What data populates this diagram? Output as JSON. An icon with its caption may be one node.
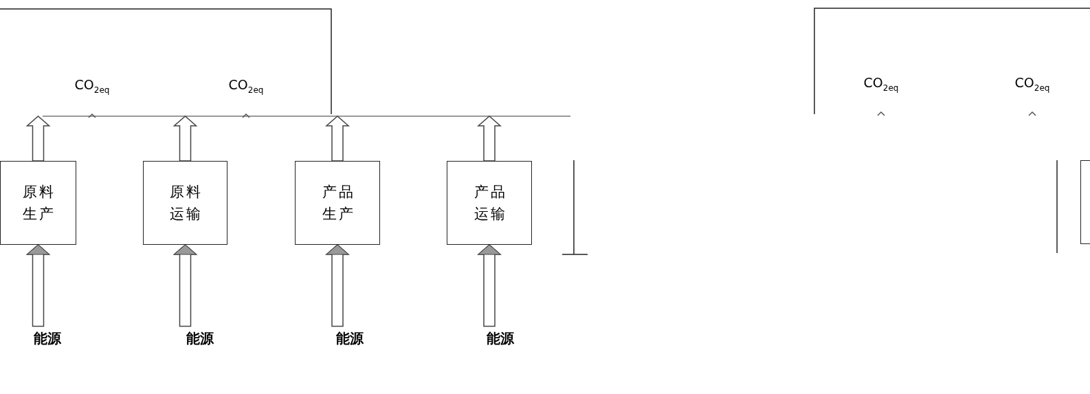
{
  "diagram": {
    "nodes": [
      {
        "text": [
          "原料生产"
        ]
      },
      {
        "text": [
          "原料运输"
        ]
      },
      {
        "text": [
          "产品生产"
        ]
      },
      {
        "text": [
          "产品运输"
        ]
      },
      {
        "text": [],
        "shape": "box"
      },
      {
        "text": [
          "能源"
        ]
      },
      {
        "text": [
          "能源"
        ]
      },
      {
        "text": [
          "能源"
        ]
      },
      {
        "text": [
          "能源"
        ]
      }
    ],
    "edges": [
      {
        "from": 5,
        "to": 0,
        "arrow": "to"
      },
      {
        "from": 6,
        "to": 1,
        "arrow": "to"
      },
      {
        "from": 7,
        "to": 2,
        "arrow": "to"
      },
      {
        "from": 8,
        "to": 3,
        "arrow": "to"
      },
      {
        "from": 0,
        "to": null,
        "arrow": "to"
      },
      {
        "from": 1,
        "to": null,
        "arrow": "to"
      },
      {
        "from": 2,
        "to": null,
        "arrow": "to"
      },
      {
        "from": 3,
        "to": null,
        "arrow": "to"
      }
    ],
    "labels": [
      "CO$_{2eq}$",
      "CO$_{2eq}$",
      "CO$_{2eq}$",
      "CO$_{2eq}$"
    ]
  }
}
